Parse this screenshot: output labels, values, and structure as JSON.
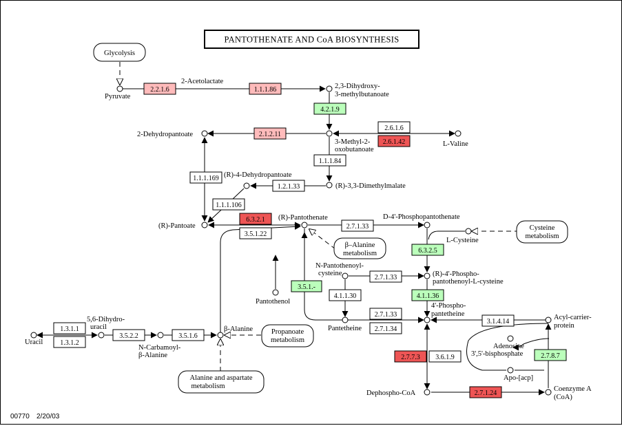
{
  "title": "PANTOTHENATE AND CoA BIOSYNTHESIS",
  "footer": {
    "map_id": "00770",
    "date": "2/20/03"
  },
  "colors": {
    "found": "#ffbbbb",
    "strong": "#ee5555",
    "organism": "#bbffbb",
    "plain": "#ffffff"
  },
  "maps": {
    "glycolysis": "Glycolysis",
    "cysteine_1": "Cysteine",
    "cysteine_2": "metabolism",
    "balanine_1": "β–Alanine",
    "balanine_2": "metabolism",
    "propanoate_1": "Propanoate",
    "propanoate_2": "metabolism",
    "alanine_asp_1": "Alanine and aspartate",
    "alanine_asp_2": "metabolism"
  },
  "compounds": {
    "pyruvate": "Pyruvate",
    "acetolactate": "2-Acetolactate",
    "dihydroxy_1": "2,3-Dihydroxy-",
    "dihydroxy_2": "3-methylbutanoate",
    "dehydropantoate": "2-Dehydropantoate",
    "methyl_oxo_1": "3-Methyl-2-",
    "methyl_oxo_2": "oxobutanoate",
    "valine": "L-Valine",
    "r4_dehydropantoate": "(R)-4-Dehydropantoate",
    "dimethylmalate": "(R)-3,3-Dimethylmalate",
    "r_pantoate": "(R)-Pantoate",
    "r_pantothenate": "(R)-Pantothenate",
    "d4_phosphopantothenate": "D-4'-Phosphopantothenate",
    "l_cysteine": "L-Cysteine",
    "pantothenoyl_cys_1": "N-Pantothenoyl-",
    "pantothenoyl_cys_2": "cysteine",
    "r4_phospho_1": "(R)-4'-Phospho-",
    "r4_phospho_2": "pantothenoyl-L-cysteine",
    "pantothenol": "Pantothenol",
    "pantetheine": "Pantetheine",
    "phosphopantetheine_1": "4'-Phospho-",
    "phosphopantetheine_2": "pantetheine",
    "acp_1": "Acyl-carrier-",
    "acp_2": "protein",
    "adenosine_1": "Adenosine",
    "adenosine_2": "3',5'-bisphosphate",
    "apo_acp": "Apo-[acp]",
    "dephospho_coa": "Dephospho-CoA",
    "coa_1": "Coenzyme A",
    "coa_2": "(CoA)",
    "dihydrouracil_1": "5,6-Dihydro-",
    "dihydrouracil_2": "uracil",
    "uracil": "Uracil",
    "carbamoyl_1": "N-Carbamoyl-",
    "carbamoyl_2": "β-Alanine",
    "beta_alanine": "β-Alanine"
  },
  "enzymes": [
    {
      "id": "e_2216",
      "label": "2.2.1.6",
      "status": "found"
    },
    {
      "id": "e_11186",
      "label": "1.1.1.86",
      "status": "found"
    },
    {
      "id": "e_4219",
      "label": "4.2.1.9",
      "status": "organism"
    },
    {
      "id": "e_21211",
      "label": "2.1.2.11",
      "status": "found"
    },
    {
      "id": "e_2616",
      "label": "2.6.1.6",
      "status": "plain"
    },
    {
      "id": "e_26142",
      "label": "2.6.1.42",
      "status": "strong"
    },
    {
      "id": "e_11184",
      "label": "1.1.1.84",
      "status": "plain"
    },
    {
      "id": "e_111169",
      "label": "1.1.1.169",
      "status": "plain"
    },
    {
      "id": "e_11133",
      "label": "1.2.1.33",
      "status": "plain"
    },
    {
      "id": "e_111106",
      "label": "1.1.1.106",
      "status": "plain"
    },
    {
      "id": "e_6321",
      "label": "6.3.2.1",
      "status": "strong"
    },
    {
      "id": "e_35122",
      "label": "3.5.1.22",
      "status": "plain"
    },
    {
      "id": "e_27133a",
      "label": "2.7.1.33",
      "status": "plain"
    },
    {
      "id": "e_6325",
      "label": "6.3.2.5",
      "status": "organism"
    },
    {
      "id": "e_351x",
      "label": "3.5.1.-",
      "status": "organism"
    },
    {
      "id": "e_27133b",
      "label": "2.7.1.33",
      "status": "plain"
    },
    {
      "id": "e_41130",
      "label": "4.1.1.30",
      "status": "plain"
    },
    {
      "id": "e_41136",
      "label": "4.1.1.36",
      "status": "organism"
    },
    {
      "id": "e_27133c",
      "label": "2.7.1.33",
      "status": "plain"
    },
    {
      "id": "e_27134",
      "label": "2.7.1.34",
      "status": "plain"
    },
    {
      "id": "e_31414",
      "label": "3.1.4.14",
      "status": "plain"
    },
    {
      "id": "e_2787",
      "label": "2.7.8.7",
      "status": "organism"
    },
    {
      "id": "e_2773",
      "label": "2.7.7.3",
      "status": "strong"
    },
    {
      "id": "e_3619",
      "label": "3.6.1.9",
      "status": "plain"
    },
    {
      "id": "e_27124",
      "label": "2.7.1.24",
      "status": "strong"
    },
    {
      "id": "e_1311",
      "label": "1.3.1.1",
      "status": "plain"
    },
    {
      "id": "e_1312",
      "label": "1.3.1.2",
      "status": "plain"
    },
    {
      "id": "e_3522",
      "label": "3.5.2.2",
      "status": "plain"
    },
    {
      "id": "e_3516",
      "label": "3.5.1.6",
      "status": "plain"
    }
  ]
}
